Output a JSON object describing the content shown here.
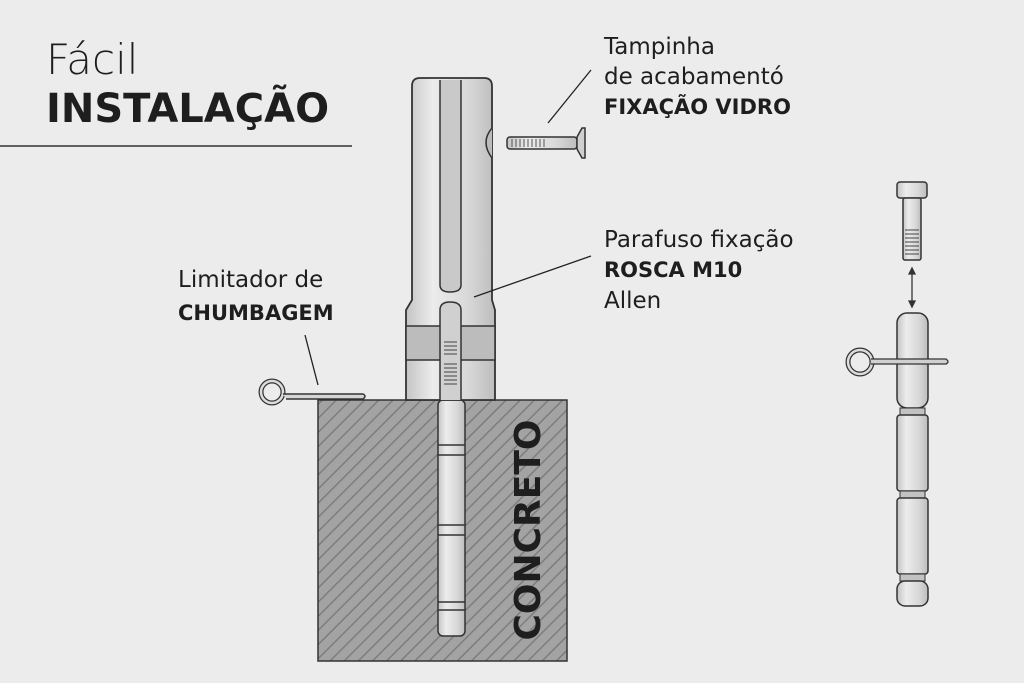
{
  "title": {
    "line1": "Fácil",
    "line2": "INSTALAÇÃO"
  },
  "labels": {
    "cap": {
      "line1": "Tampinha",
      "line2": "de acabamentó",
      "line3": "FIXAÇÃO VIDRO"
    },
    "screw": {
      "line1": "Parafuso fixação",
      "line2": "ROSCA M10",
      "line3": "Allen"
    },
    "limiter": {
      "line1": "Limitador de",
      "line2": "CHUMBAGEM"
    },
    "concrete": "CONCRETO"
  },
  "colors": {
    "background": "#ececec",
    "ink": "#1e1e1e",
    "metal": "#d6d6d6",
    "concrete": "#9a9a9a"
  }
}
